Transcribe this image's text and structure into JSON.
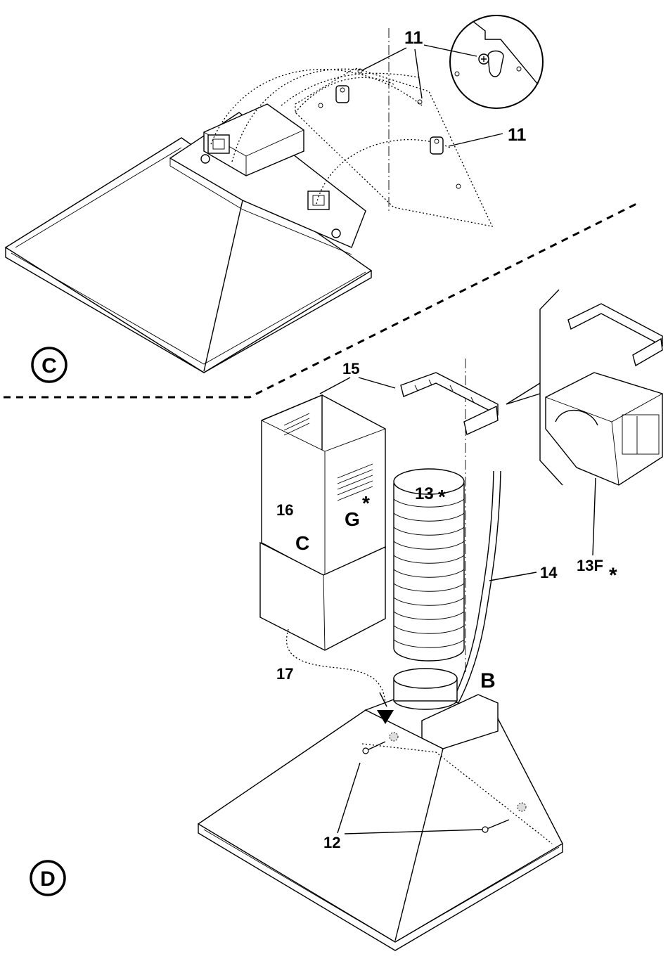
{
  "sections": {
    "c": "C",
    "d": "D"
  },
  "callouts": {
    "c11_top": "11",
    "c11_right": "11",
    "c12": "12",
    "c13": "13",
    "c13f": "13F",
    "c14": "14",
    "c15": "15",
    "c16": "16",
    "c17": "17",
    "letter_b": "B",
    "letter_c": "C",
    "letter_g": "G",
    "star": "*"
  }
}
